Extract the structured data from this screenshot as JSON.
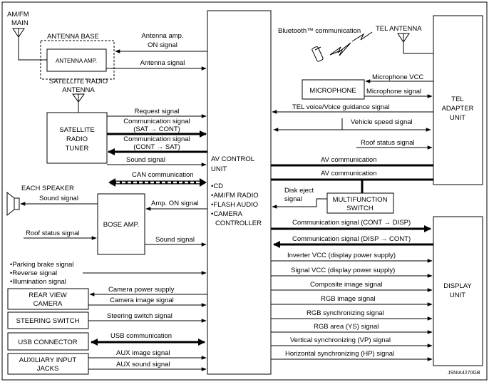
{
  "blocks": {
    "am_fm_main": [
      "AM/FM",
      "MAIN"
    ],
    "antenna_base": "ANTENNA BASE",
    "antenna_amp": "ANTENNA AMP.",
    "satellite_radio_antenna": [
      "SATELLITE RADIO",
      "ANTENNA"
    ],
    "satellite_radio_tuner": [
      "SATELLITE",
      "RADIO",
      "TUNER"
    ],
    "each_speaker": "EACH SPEAKER",
    "bose_amp": "BOSE AMP.",
    "microphone": "MICROPHONE",
    "tel_antenna": "TEL ANTENNA",
    "bluetooth": "Bluetooth™ communication",
    "tel_adapter_unit": [
      "TEL",
      "ADAPTER",
      "UNIT"
    ],
    "av_control_unit": [
      "AV CONTROL",
      "UNIT"
    ],
    "av_features": [
      "•CD",
      "•AM/FM RADIO",
      "•FLASH AUDIO",
      "•CAMERA",
      "CONTROLLER"
    ],
    "multifunction_switch": [
      "MULTIFUNCTION",
      "SWITCH"
    ],
    "rear_view_camera": [
      "REAR VIEW",
      "CAMERA"
    ],
    "steering_switch": "STEERING SWITCH",
    "usb_connector": "USB CONNECTOR",
    "auxiliary_input_jacks": [
      "AUXILIARY INPUT",
      "JACKS"
    ],
    "display_unit": [
      "DISPLAY",
      "UNIT"
    ],
    "input_list": [
      "•Parking brake signal",
      "•Reverse signal",
      "•Illumination signal"
    ]
  },
  "signals": {
    "antenna_amp_on": [
      "Antenna amp.",
      "ON signal"
    ],
    "antenna_signal": "Antenna signal",
    "request_signal": "Request signal",
    "comm_sat_cont": [
      "Communication signal",
      "(SAT → CONT)"
    ],
    "comm_cont_sat": [
      "Communication signal",
      "(CONT → SAT)"
    ],
    "sound_signal_tuner": "Sound signal",
    "can_communication": "CAN communication",
    "sound_signal_speaker": "Sound signal",
    "amp_on_signal": "Amp. ON signal",
    "roof_status_bose": "Roof status signal",
    "sound_signal_bose": "Sound signal",
    "microphone_vcc": "Microphone VCC",
    "microphone_signal": "Microphone signal",
    "tel_voice": "TEL voice/Voice guidance signal",
    "vehicle_speed": "Vehicle speed signal",
    "roof_status_tel": "Roof status signal",
    "av_comm_1": "AV communication",
    "av_comm_2": "AV communication",
    "disk_eject": [
      "Disk eject",
      "signal"
    ],
    "comm_cont_disp": "Communication signal (CONT → DISP)",
    "comm_disp_cont": "Communication signal (DISP → CONT)",
    "inverter_vcc": "Inverter VCC (display power supply)",
    "signal_vcc": "Signal VCC (display power supply)",
    "composite_image": "Composite image signal",
    "rgb_image": "RGB image signal",
    "rgb_sync": "RGB synchronizing signal",
    "rgb_area": "RGB area (YS) signal",
    "vertical_sync": "Vertical synchronizing (VP) signal",
    "horizontal_sync": "Horizontal synchronizing (HP) signal",
    "camera_power": "Camera power supply",
    "camera_image": "Camera image signal",
    "steering_switch_signal": "Steering switch signal",
    "usb_communication": "USB communication",
    "aux_image": "AUX image signal",
    "aux_sound": "AUX sound signal"
  },
  "figure_code": "JSNIA4270GB"
}
